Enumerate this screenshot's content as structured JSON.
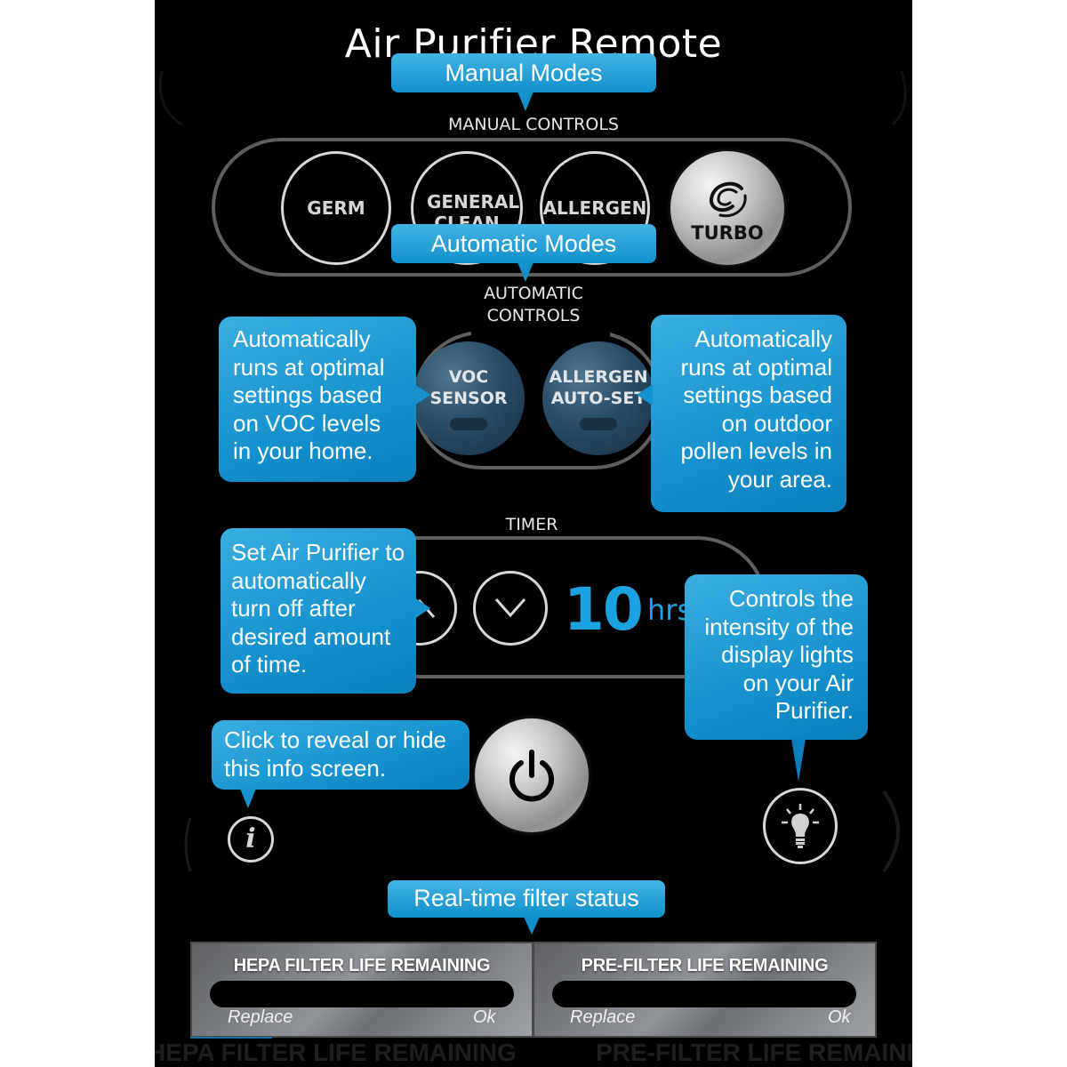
{
  "header": {
    "title": "Air Purifier Remote"
  },
  "callouts": {
    "manual_modes": "Manual Modes",
    "automatic_modes": "Automatic Modes",
    "voc_info": "Automatically runs at optimal settings based on VOC levels in your home.",
    "allergen_info": "Automatically runs at optimal settings based on outdoor pollen levels in your area.",
    "timer_info": "Set Air Purifier to automatically turn off after desired amount of time.",
    "light_info": "Controls the intensity of the display lights on your Air Purifier.",
    "info_info": "Click to reveal or hide this info screen.",
    "filter_status": "Real-time filter status"
  },
  "manual_controls": {
    "label": "MANUAL CONTROLS",
    "buttons": [
      {
        "label": "GERM",
        "icon": null
      },
      {
        "label": "GENERAL CLEAN",
        "icon": null
      },
      {
        "label": "ALLERGEN",
        "icon": null
      },
      {
        "label": "TURBO",
        "icon": "turbo-swirl-icon"
      }
    ]
  },
  "automatic_controls": {
    "label_line1": "AUTOMATIC",
    "label_line2": "CONTROLS",
    "buttons": [
      {
        "line1": "VOC",
        "line2": "SENSOR"
      },
      {
        "line1": "ALLERGEN",
        "line2": "AUTO-SET"
      }
    ]
  },
  "timer": {
    "label": "TIMER",
    "value": "10",
    "unit": "hrs",
    "up_icon": "chevron-up-icon",
    "down_icon": "chevron-down-icon",
    "value_color": "#1aa3e0"
  },
  "bottom_controls": {
    "power_icon": "power-icon",
    "info_icon": "info-icon",
    "light_icon": "lightbulb-icon"
  },
  "filters": [
    {
      "title": "HEPA FILTER LIFE REMAINING",
      "left_label": "Replace",
      "right_label": "Ok"
    },
    {
      "title": "PRE-FILTER LIFE REMAINING",
      "left_label": "Replace",
      "right_label": "Ok"
    }
  ],
  "ghost_footer": {
    "left": "HEPA FILTER LIFE REMAINING",
    "right": "PRE-FILTER LIFE REMAINING"
  },
  "colors": {
    "accent": "#1592cf",
    "background": "#000000"
  }
}
